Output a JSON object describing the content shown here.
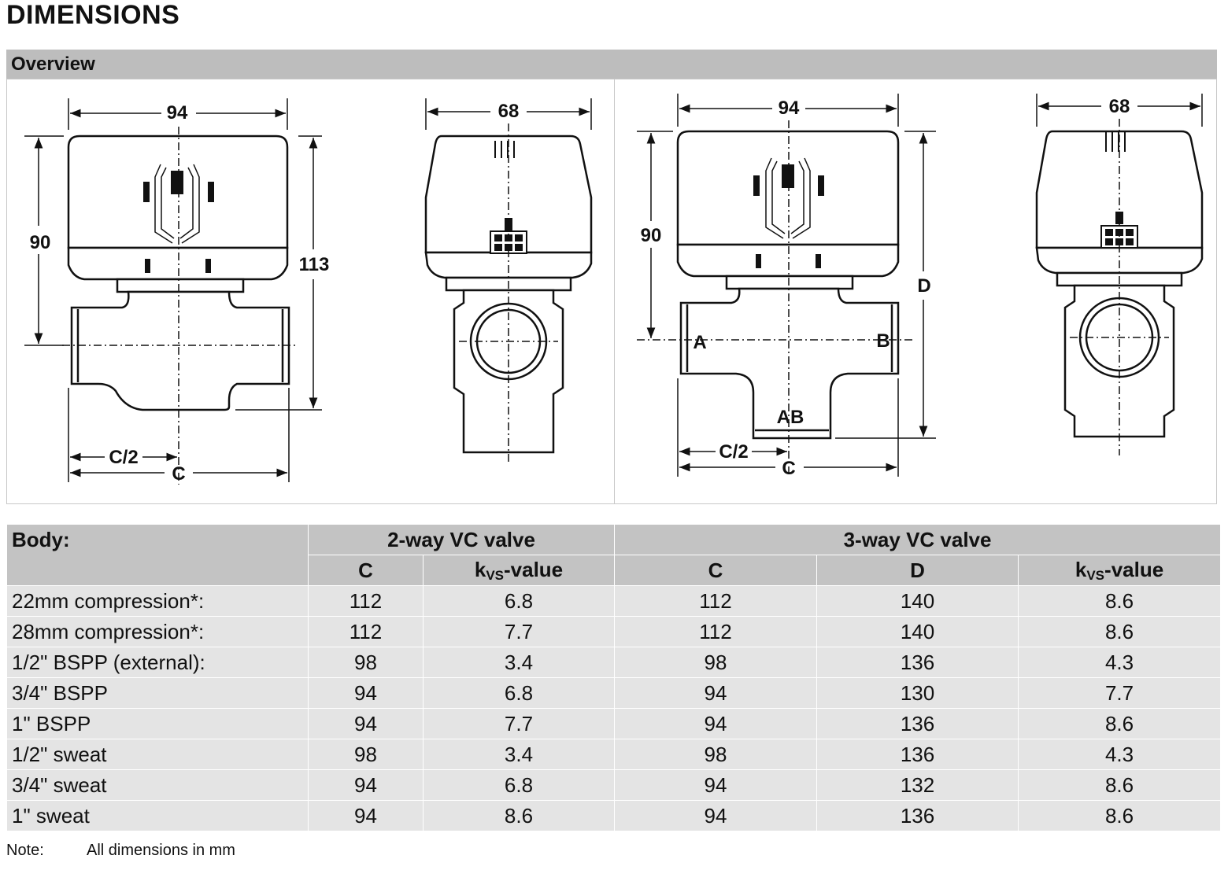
{
  "page": {
    "title": "DIMENSIONS",
    "section": "Overview",
    "note_label": "Note:",
    "note_text": "All dimensions in mm"
  },
  "drawings": {
    "two_way_front": {
      "width_label": "94",
      "left_height": "90",
      "right_height": "113",
      "half_c": "C/2",
      "c": "C"
    },
    "two_way_side": {
      "width_label": "68"
    },
    "three_way_front": {
      "width_label": "94",
      "left_height": "90",
      "d": "D",
      "port_a": "A",
      "port_b": "B",
      "port_ab": "AB",
      "half_c": "C/2",
      "c": "C"
    },
    "three_way_side": {
      "width_label": "68"
    }
  },
  "table": {
    "body_label": "Body:",
    "group_2way": "2-way VC valve",
    "group_3way": "3-way VC valve",
    "col_c": "C",
    "col_d": "D",
    "kvs_k": "k",
    "kvs_sub": "VS",
    "kvs_rest": "-value",
    "rows": [
      {
        "label": "22mm compression*:",
        "c2": "112",
        "kvs2": "6.8",
        "c3": "112",
        "d3": "140",
        "kvs3": "8.6"
      },
      {
        "label": "28mm compression*:",
        "c2": "112",
        "kvs2": "7.7",
        "c3": "112",
        "d3": "140",
        "kvs3": "8.6"
      },
      {
        "label": "1/2\" BSPP (external):",
        "c2": "98",
        "kvs2": "3.4",
        "c3": "98",
        "d3": "136",
        "kvs3": "4.3"
      },
      {
        "label": "3/4\" BSPP",
        "c2": "94",
        "kvs2": "6.8",
        "c3": "94",
        "d3": "130",
        "kvs3": "7.7"
      },
      {
        "label": "1\" BSPP",
        "c2": "94",
        "kvs2": "7.7",
        "c3": "94",
        "d3": "136",
        "kvs3": "8.6"
      },
      {
        "label": "1/2\" sweat",
        "c2": "98",
        "kvs2": "3.4",
        "c3": "98",
        "d3": "136",
        "kvs3": "4.3"
      },
      {
        "label": "3/4\" sweat",
        "c2": "94",
        "kvs2": "6.8",
        "c3": "94",
        "d3": "132",
        "kvs3": "8.6"
      },
      {
        "label": "1\" sweat",
        "c2": "94",
        "kvs2": "8.6",
        "c3": "94",
        "d3": "136",
        "kvs3": "8.6"
      }
    ]
  }
}
